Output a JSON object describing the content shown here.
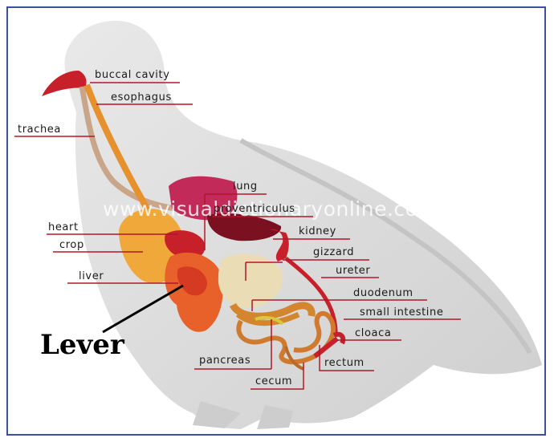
{
  "watermark": "www.visualdictionaryonline.com",
  "annotation": "Lever",
  "labels": {
    "buccal_cavity": "buccal cavity",
    "esophagus": "esophagus",
    "trachea": "trachea",
    "lung": "lung",
    "proventriculus": "proventriculus",
    "kidney": "kidney",
    "heart": "heart",
    "crop": "crop",
    "gizzard": "gizzard",
    "ureter": "ureter",
    "liver": "liver",
    "duodenum": "duodenum",
    "small_intestine": "small intestine",
    "cloaca": "cloaca",
    "pancreas": "pancreas",
    "rectum": "rectum",
    "cecum": "cecum"
  },
  "colors": {
    "frame": "#3c4fa0",
    "leader_line": "#b0182a",
    "bird_body": "#dcdcdc",
    "organ_red": "#c8202a",
    "organ_orange": "#e5782a",
    "organ_yellow": "#f0b040"
  }
}
